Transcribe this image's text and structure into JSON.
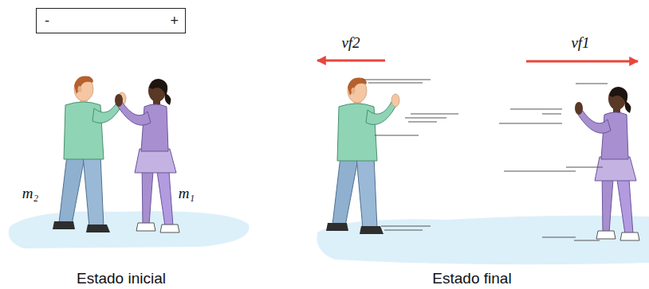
{
  "diagram": {
    "nodes": [
      {
        "text": [
          "-",
          "+"
        ]
      }
    ],
    "labels": [
      "m₂",
      "m₁",
      "vf2",
      "vf1",
      "Estado inicial",
      "Estado final"
    ]
  }
}
